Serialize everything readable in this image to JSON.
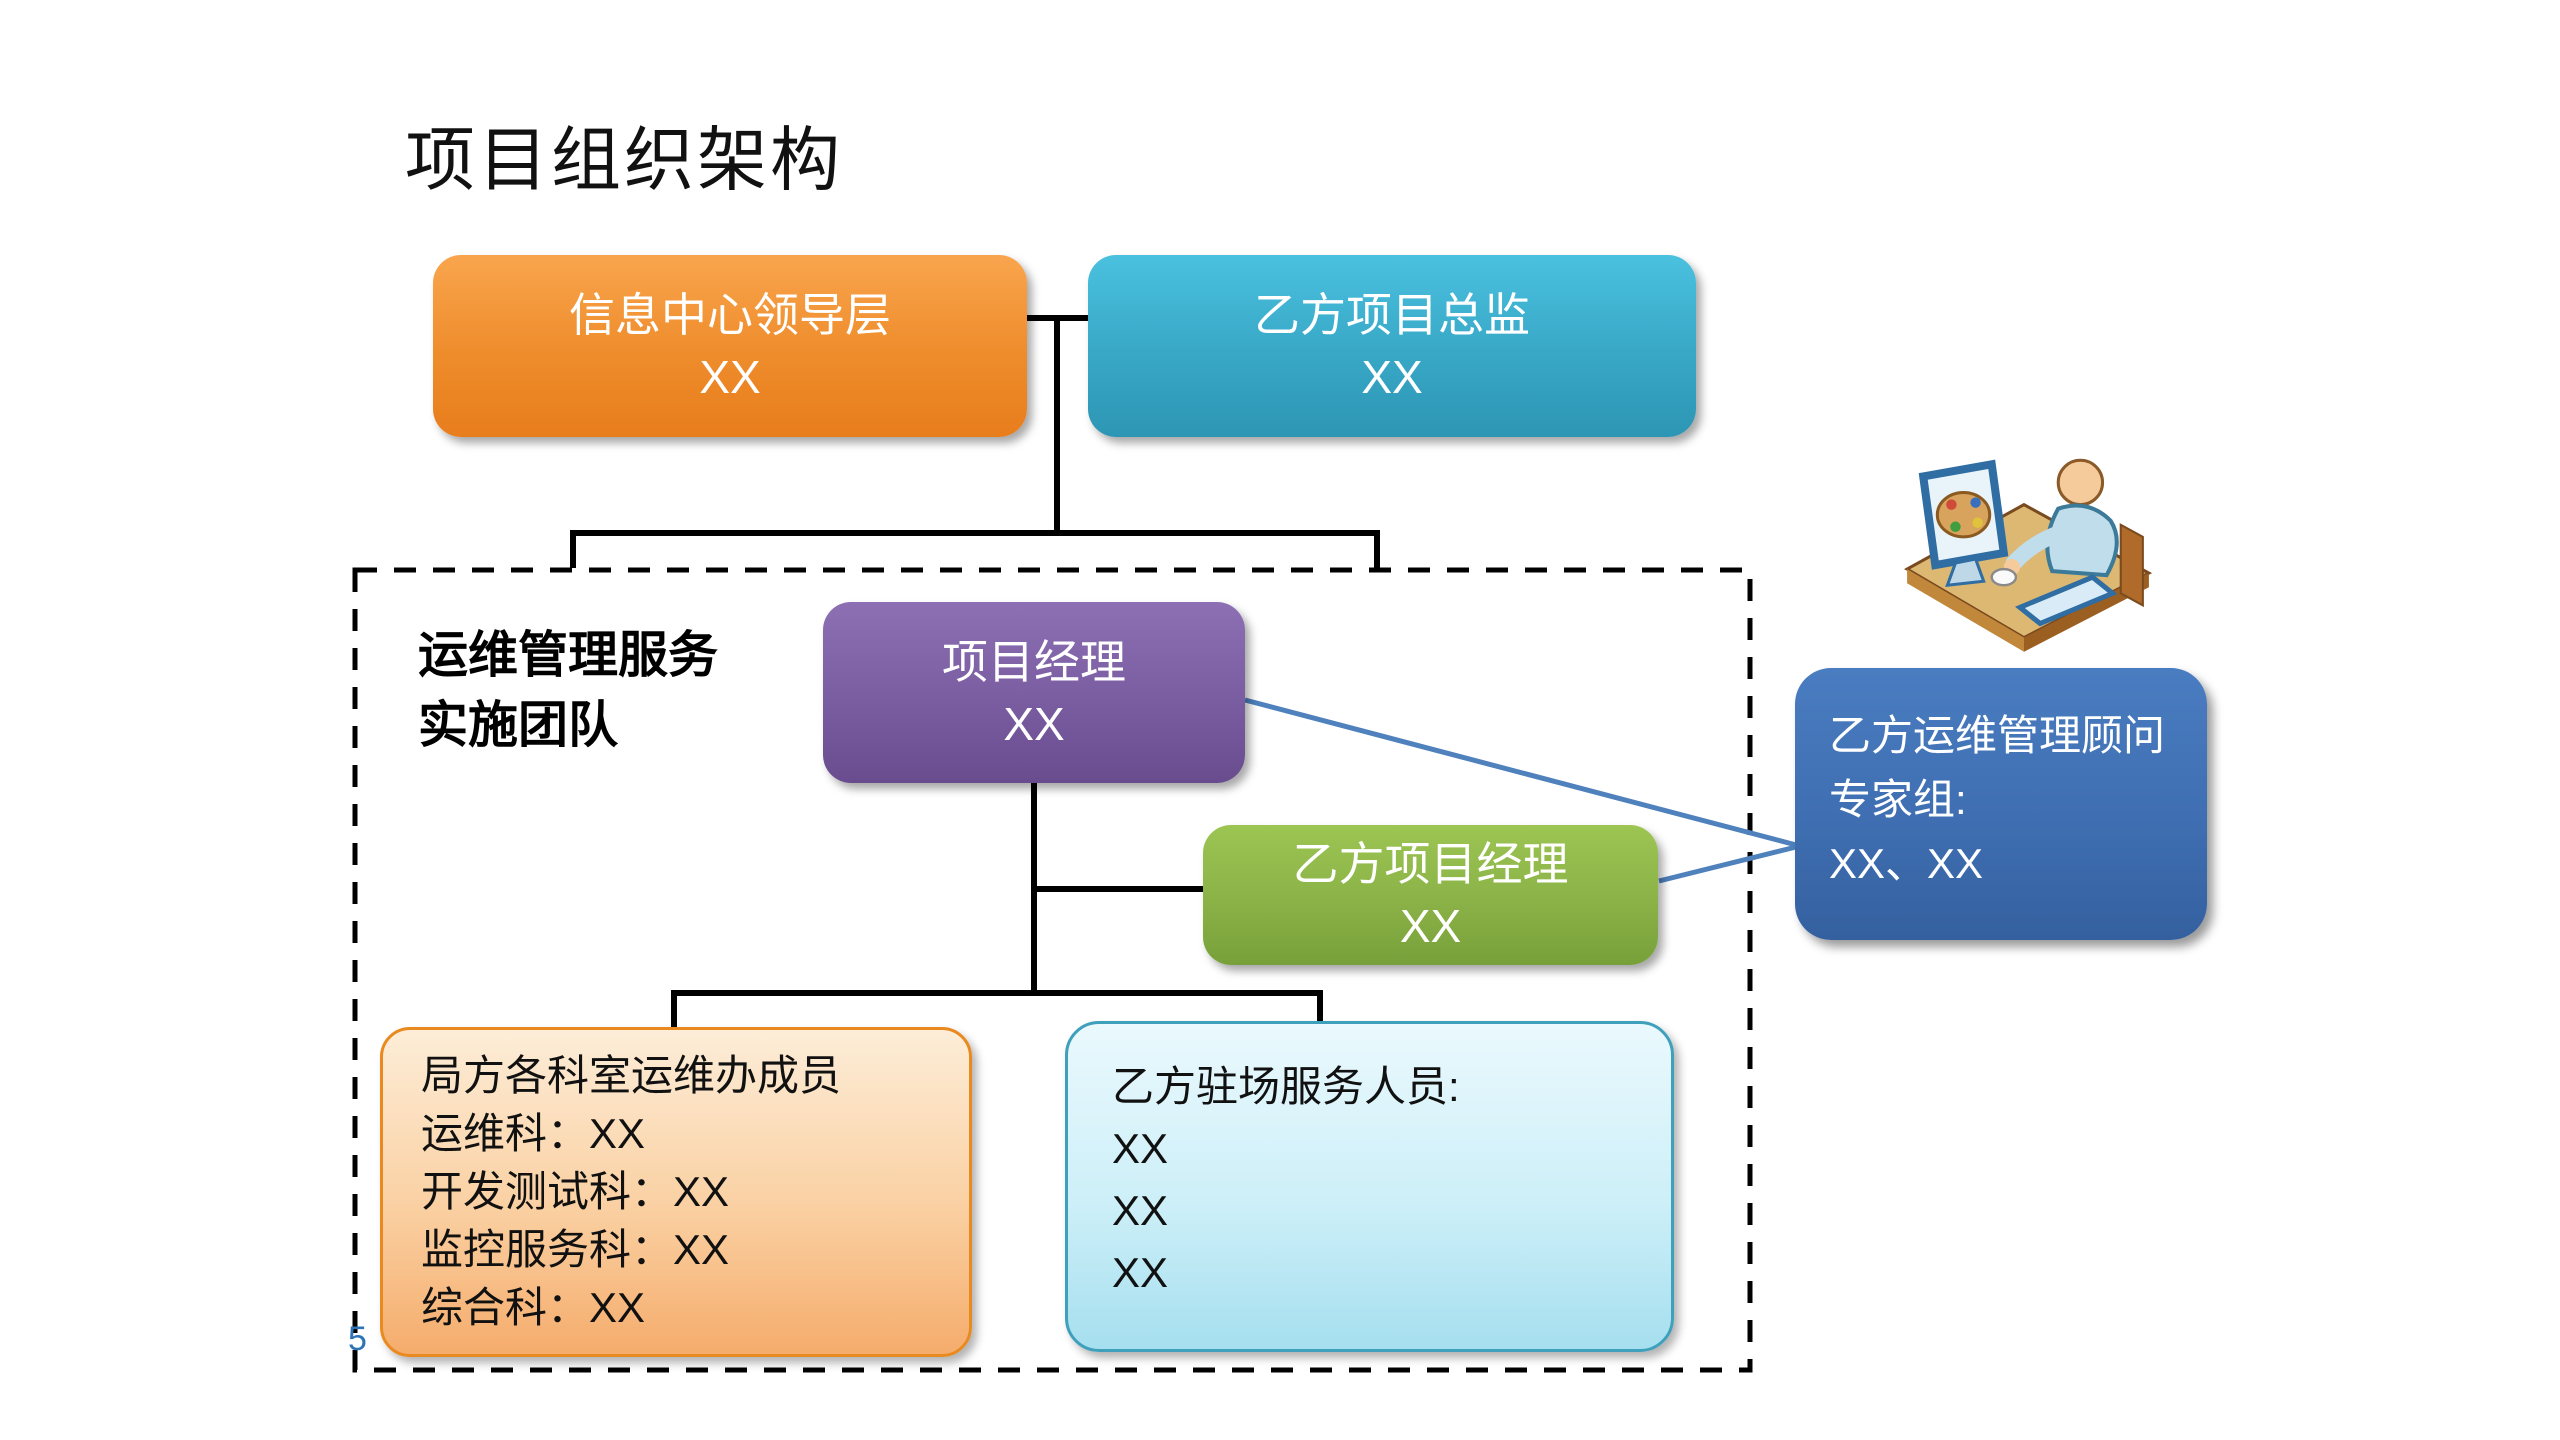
{
  "slide": {
    "title": "项目组织架构",
    "page_number": "5"
  },
  "org": {
    "info_center": {
      "line1": "信息中心领导层",
      "line2": "XX"
    },
    "vendor_director": {
      "line1": "乙方项目总监",
      "line2": "XX"
    },
    "team_label": {
      "line1": "运维管理服务",
      "line2": "实施团队"
    },
    "project_manager": {
      "line1": "项目经理",
      "line2": "XX"
    },
    "vendor_pm": {
      "line1": "乙方项目经理",
      "line2": "XX"
    },
    "bureau_members": {
      "lines": [
        "局方各科室运维办成员",
        "运维科：XX",
        "开发测试科：XX",
        "监控服务科：XX",
        "综合科：XX"
      ]
    },
    "onsite_staff": {
      "lines": [
        "乙方驻场服务人员:",
        "XX",
        "XX",
        "XX"
      ]
    },
    "expert_group": {
      "lines": [
        "乙方运维管理顾问",
        "专家组:",
        "XX、XX"
      ]
    }
  },
  "icons": {
    "clipart": "person-at-computer-icon"
  },
  "colors": {
    "orange_box_top": "#F9A54E",
    "orange_box_bottom": "#E87D1C",
    "teal_box_top": "#4AC1DF",
    "teal_box_bottom": "#2D96B4",
    "purple_box_top": "#8C70B3",
    "purple_box_bottom": "#684C8E",
    "green_box_top": "#9CC553",
    "green_box_bottom": "#78A03A",
    "peach_box_top": "#FDEDD8",
    "peach_box_bottom": "#F5AC6C",
    "peach_border": "#E98A20",
    "lightblue_box_top": "#EAF9FD",
    "lightblue_box_bottom": "#A6DFEF",
    "lightblue_border": "#3FA0BC",
    "blue_box_top": "#4A7CC1",
    "blue_box_bottom": "#34609F",
    "connector_black": "#000000",
    "connector_blue": "#4F81BD",
    "page_number_blue": "#2E74B5"
  }
}
